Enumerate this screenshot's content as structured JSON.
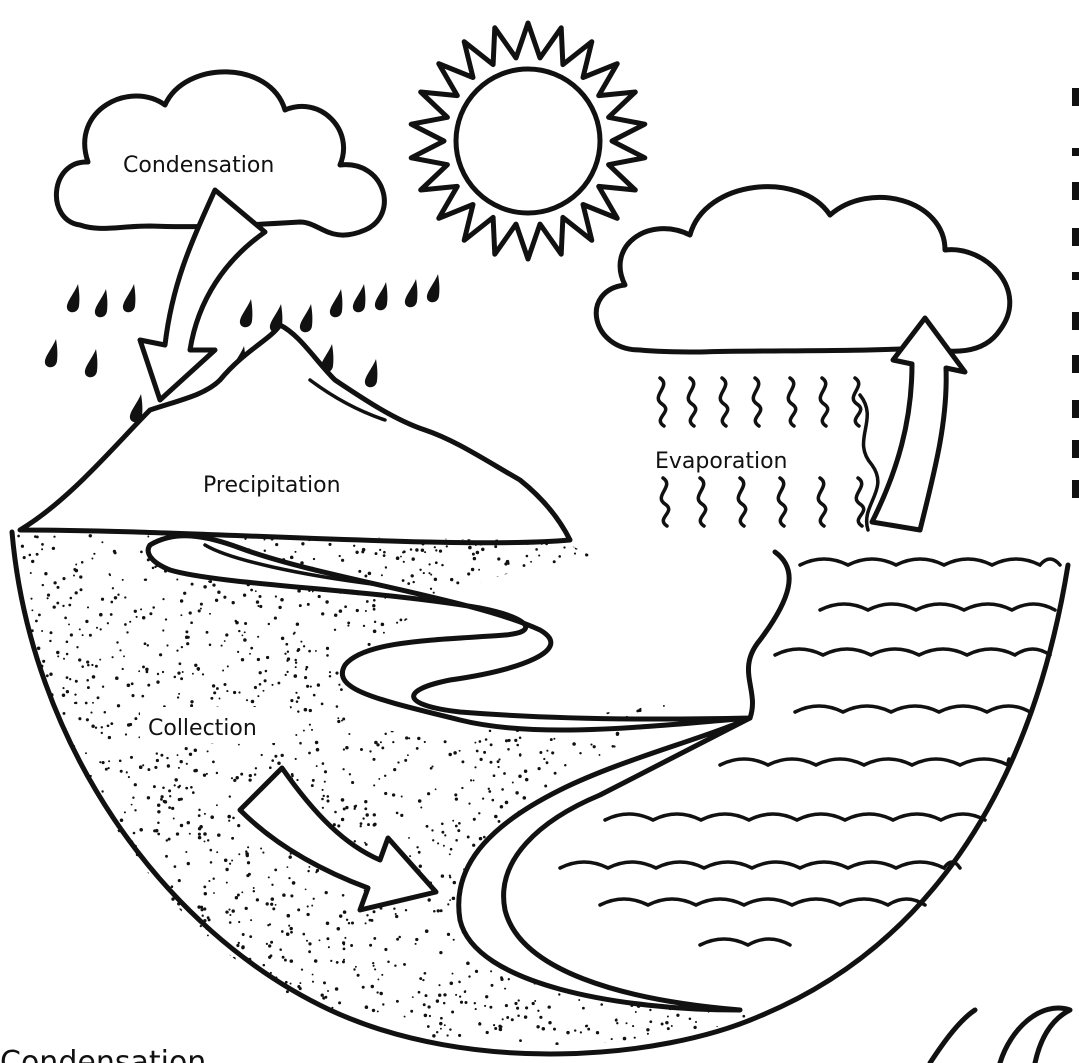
{
  "labels": {
    "condensation": "Condensation",
    "precipitation": "Precipitation",
    "evaporation": "Evaporation",
    "collection": "Collection",
    "footer_condensation": "Condensation"
  },
  "colors": {
    "ink": "#111111",
    "paper": "#ffffff"
  }
}
